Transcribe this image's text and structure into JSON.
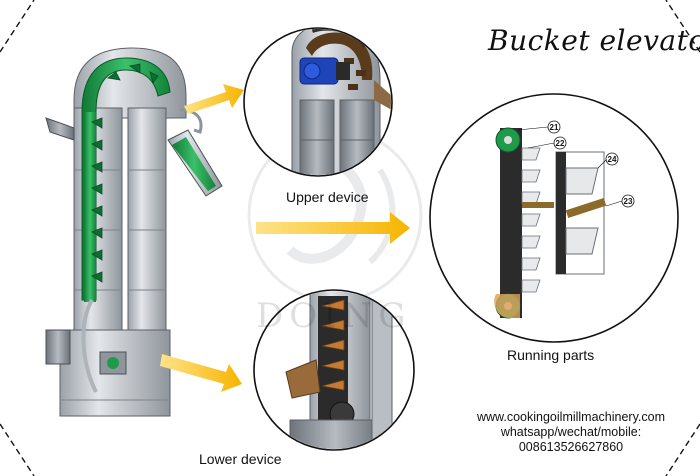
{
  "title": "Bucket elevator",
  "labels": {
    "upper": "Upper device",
    "lower": "Lower device",
    "running": "Running parts"
  },
  "contact": {
    "website": "www.cookingoilmillmachinery.com",
    "line2": "whatsapp/wechat/mobile:",
    "phone": "008613526627860"
  },
  "part_numbers": [
    "21",
    "22",
    "24",
    "23"
  ],
  "watermark": "DOING",
  "colors": {
    "arrow": "#f8c21c",
    "belt_green": "#1f9a4a",
    "casing": "#c7ccd2",
    "motor": "#1f44b8"
  }
}
